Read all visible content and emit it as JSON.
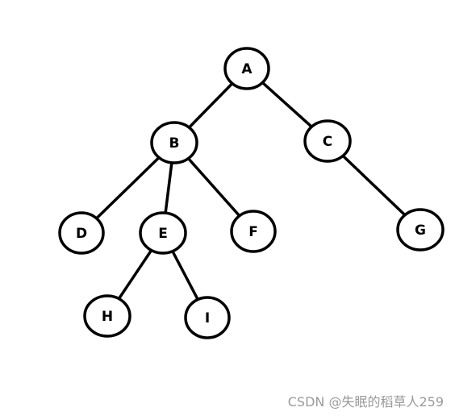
{
  "diagram": {
    "nodes": [
      {
        "id": "A",
        "label": "A"
      },
      {
        "id": "B",
        "label": "B"
      },
      {
        "id": "C",
        "label": "C"
      },
      {
        "id": "D",
        "label": "D"
      },
      {
        "id": "E",
        "label": "E"
      },
      {
        "id": "F",
        "label": "F"
      },
      {
        "id": "G",
        "label": "G"
      },
      {
        "id": "H",
        "label": "H"
      },
      {
        "id": "I",
        "label": "I"
      }
    ],
    "edges": [
      {
        "from": "A",
        "to": "B"
      },
      {
        "from": "A",
        "to": "C"
      },
      {
        "from": "B",
        "to": "D"
      },
      {
        "from": "B",
        "to": "E"
      },
      {
        "from": "B",
        "to": "F"
      },
      {
        "from": "C",
        "to": "G"
      },
      {
        "from": "E",
        "to": "H"
      },
      {
        "from": "E",
        "to": "I"
      }
    ]
  },
  "watermark": {
    "text": "CSDN @失眠的稻草人259"
  }
}
